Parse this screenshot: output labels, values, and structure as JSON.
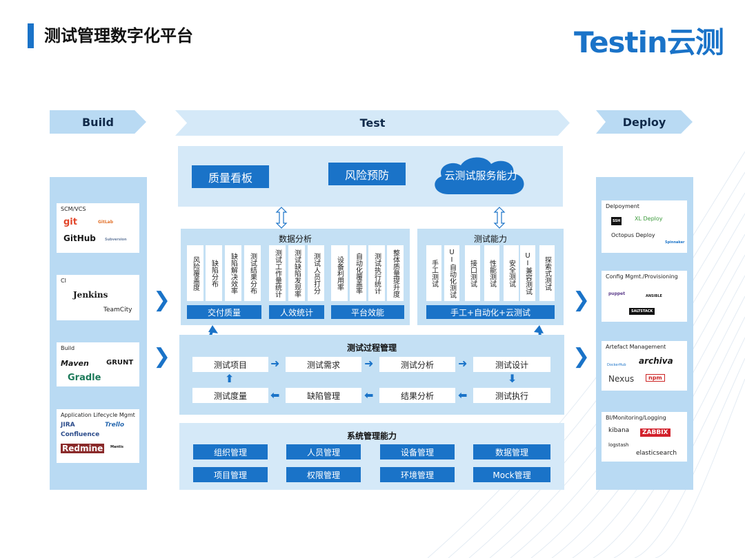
{
  "header": {
    "title": "测试管理数字化平台",
    "logo_text": "Testin云测"
  },
  "stages": {
    "build": "Build",
    "test": "Test",
    "deploy": "Deploy"
  },
  "build_cards": [
    {
      "title": "SCM/VCS",
      "logos": [
        "git",
        "GitHub",
        "GitLab",
        "Subversion"
      ]
    },
    {
      "title": "CI",
      "logos": [
        "Jenkins",
        "TeamCity"
      ]
    },
    {
      "title": "Build",
      "logos": [
        "Maven",
        "GRUNT",
        "Gradle"
      ]
    },
    {
      "title": "Application Lifecycle Mgmt",
      "logos": [
        "JIRA",
        "Trello",
        "Confluence",
        "Redmine",
        "Mantis"
      ]
    }
  ],
  "deploy_cards": [
    {
      "title": "Delpoyment",
      "logos": [
        "SSH",
        "XL Deploy",
        "Octopus Deploy",
        "Spinnaker"
      ]
    },
    {
      "title": "Config Mgmt./Provisioning",
      "logos": [
        "puppet",
        "ANSIBLE",
        "SALTSTACK"
      ]
    },
    {
      "title": "Artefact Management",
      "logos": [
        "DockerHub",
        "archiva",
        "Nexus",
        "npm"
      ]
    },
    {
      "title": "BI/Monitoring/Logging",
      "logos": [
        "kibana",
        "ZABBIX",
        "logstash",
        "elasticsearch"
      ]
    }
  ],
  "top_row": {
    "quality_board": "质量看板",
    "risk_prevention": "风险预防",
    "cloud_service": "云测试服务能力"
  },
  "data_analysis": {
    "title": "数据分析",
    "groups": [
      {
        "label": "交付质量",
        "items": [
          "风险覆盖度",
          "缺陷分布",
          "缺陷解决效率",
          "测试结果分布"
        ]
      },
      {
        "label": "人效统计",
        "items": [
          "测试工作量统计",
          "测试缺陷发现率",
          "测试人员打分"
        ]
      },
      {
        "label": "平台效能",
        "items": [
          "设备利用率",
          "自动化覆盖率",
          "测试执行统计",
          "整体质量提升度"
        ]
      }
    ]
  },
  "test_capability": {
    "title": "测试能力",
    "label": "手工+自动化+云测试",
    "items": [
      "手工测试",
      "UI自动化测试",
      "接口测试",
      "性能测试",
      "安全测试",
      "UI兼容测试",
      "探索式测试"
    ]
  },
  "process": {
    "title": "测试过程管理",
    "row1": [
      "测试项目",
      "测试需求",
      "测试分析",
      "测试设计"
    ],
    "row2": [
      "测试度量",
      "缺陷管理",
      "结果分析",
      "测试执行"
    ]
  },
  "system": {
    "title": "系统管理能力",
    "items": [
      "组织管理",
      "人员管理",
      "设备管理",
      "数据管理",
      "项目管理",
      "权限管理",
      "环境管理",
      "Mock管理"
    ]
  },
  "colors": {
    "primary": "#1a73c8",
    "light": "#d5e9f8",
    "mid": "#b9daf3"
  }
}
